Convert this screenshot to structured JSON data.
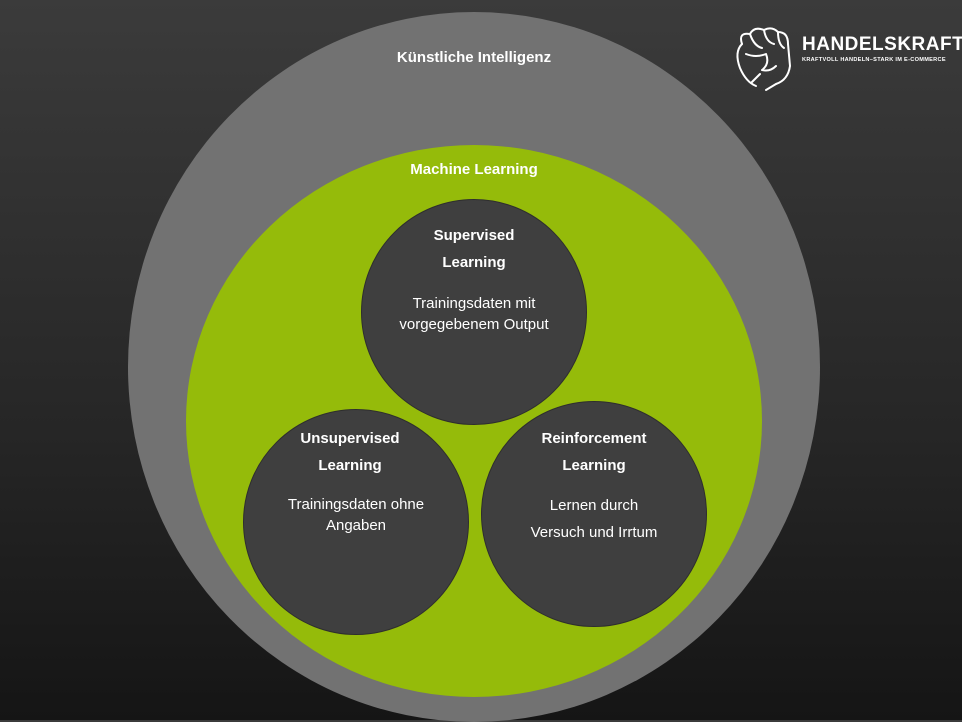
{
  "logo": {
    "name": "HANDELSKRAFT",
    "tagline": "KRAFTVOLL HANDELN–STARK IM E-COMMERCE"
  },
  "colors": {
    "ai": "#727272",
    "ml": "#95bb0a",
    "subfield": "#3f3f3f"
  },
  "ai": {
    "title": "Künstliche Intelligenz"
  },
  "ml": {
    "title": "Machine Learning"
  },
  "supervised": {
    "title1": "Supervised",
    "title2": "Learning",
    "desc1": "Trainingsdaten mit",
    "desc2": "vorgegebenem Output"
  },
  "unsupervised": {
    "title1": "Unsupervised",
    "title2": "Learning",
    "desc1": "Trainingsdaten ohne",
    "desc2": "Angaben"
  },
  "reinforcement": {
    "title1": "Reinforcement",
    "title2": "Learning",
    "desc1": "Lernen durch",
    "desc2": "Versuch und Irrtum"
  }
}
